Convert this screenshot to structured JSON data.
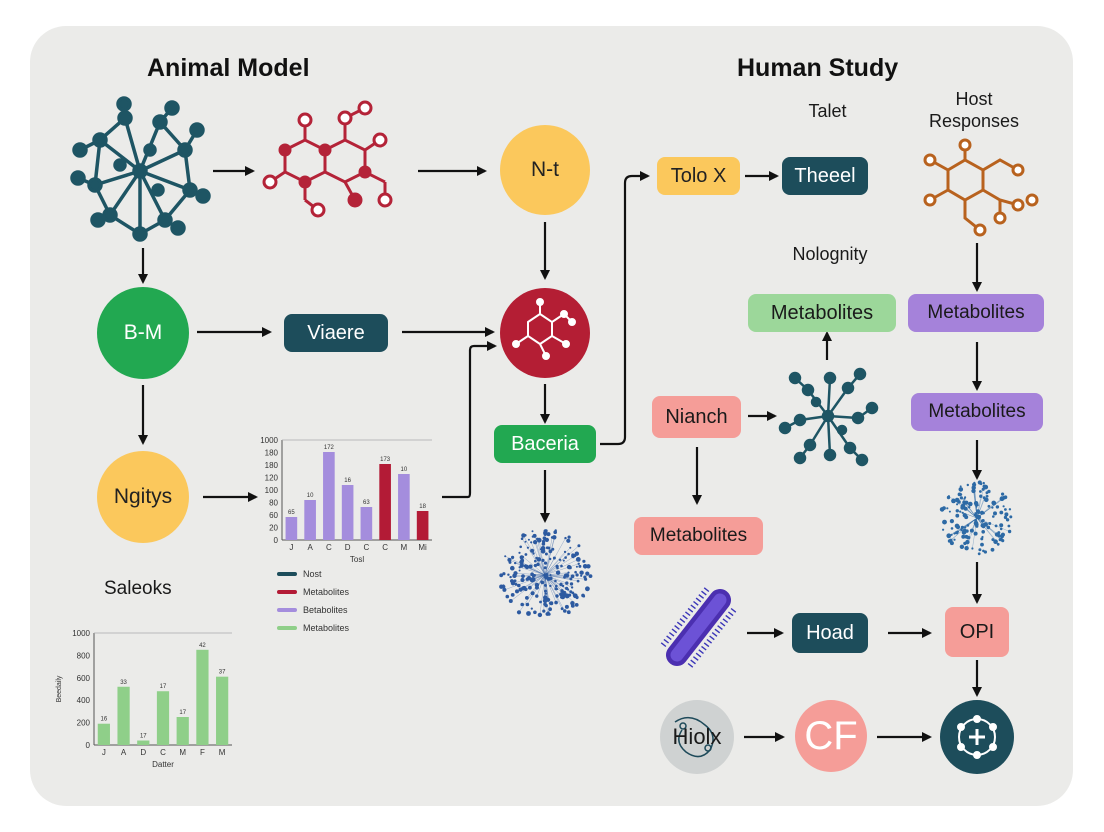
{
  "headers": {
    "animal_model": "Animal Model",
    "human_study": "Human Study",
    "talet": "Talet",
    "host_responses": "Host\nResponses",
    "nologpity": "Nolognity",
    "saleoks": "Saleoks"
  },
  "nodes": {
    "bm": "B-M",
    "nt": "N-t",
    "ngitys": "Ngitys",
    "viaere": "Viaere",
    "baceria": "Baceria",
    "tolo_x": "Tolo X",
    "theeel": "Theeel",
    "metabolites_green": "Metabolites",
    "metabolites_purple_1": "Metabolites",
    "metabolites_purple_2": "Metabolites",
    "nianch": "Nianch",
    "metabolites_pink": "Metabolites",
    "hoad": "Hoad",
    "opi": "OPI",
    "hiolx": "Hiolx",
    "cf": "CF"
  },
  "colors": {
    "green": "#22a851",
    "yellow": "#fbc85c",
    "red": "#b41e34",
    "teal_dark": "#1d4d5b",
    "light_green": "#9cd79a",
    "purple": "#a582da",
    "pink": "#f59d98",
    "bar_purple": "#a48ddd",
    "bar_red": "#b31b36",
    "bar_green": "#8fcf89"
  },
  "chart_data": [
    {
      "type": "bar",
      "categories": [
        "J",
        "A",
        "C",
        "D",
        "C",
        "C",
        "M",
        "Mi"
      ],
      "values": [
        230,
        400,
        880,
        550,
        330,
        760,
        660,
        290
      ],
      "data_labels": [
        "65",
        "10",
        "172",
        "16",
        "63",
        "173",
        "10",
        "18"
      ],
      "colors": [
        "#a48ddd",
        "#a48ddd",
        "#a48ddd",
        "#a48ddd",
        "#a48ddd",
        "#b31b36",
        "#a48ddd",
        "#b31b36"
      ],
      "yticks": [
        "0",
        "20",
        "60",
        "80",
        "100",
        "120",
        "180",
        "180",
        "1000"
      ],
      "ylim": [
        0,
        1000
      ],
      "xlabel": "Tosl",
      "legend": [
        {
          "label": "Nost",
          "color": "#1d4d5b"
        },
        {
          "label": "Metabolites",
          "color": "#b31b36"
        },
        {
          "label": "Betabolites",
          "color": "#a48ddd"
        },
        {
          "label": "Metabolites",
          "color": "#8fcf89"
        }
      ]
    },
    {
      "type": "bar",
      "categories": [
        "J",
        "A",
        "D",
        "C",
        "M",
        "F",
        "M"
      ],
      "values": [
        190,
        520,
        40,
        480,
        250,
        850,
        610
      ],
      "data_labels": [
        "16",
        "33",
        "17",
        "17",
        "17",
        "42",
        "37"
      ],
      "yticks": [
        "0",
        "200",
        "400",
        "600",
        "800",
        "1000"
      ],
      "ylim": [
        0,
        1000
      ],
      "xlabel": "Datter",
      "ylabel": "Beedaily"
    }
  ]
}
